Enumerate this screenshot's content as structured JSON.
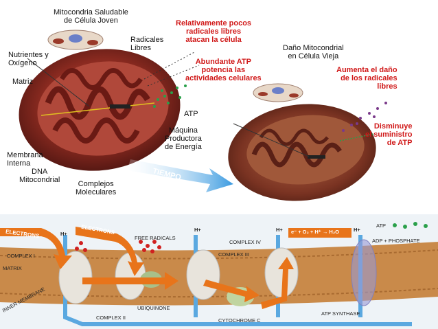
{
  "top": {
    "healthy_title": "Mitocondria Saludable\nde Célula Joven",
    "free_radicals": "Radicales\nLibres",
    "few_radicals": "Relativamente pocos\nradicales libres\natacan la célula",
    "abundant_atp": "Abundante ATP\npotencia las\nactividades celulares",
    "nutrients": "Nutrientes y\nOxígeno",
    "matrix": "Matriz",
    "atp": "ATP",
    "energy_machine": "Máquina\nProductora\nde Energía",
    "inner_membrane": "Membrana\nInterna",
    "dna": "DNA\nMitocondrial",
    "complexes": "Complejos\nMoleculares",
    "time": "TIEMPO",
    "damage_title": "Daño Mitocondrial\nen Célula Vieja",
    "increase_damage": "Aumenta el daño\nde los radicales\nlibres",
    "decrease_atp": "Disminuye\nel suministro\nde ATP"
  },
  "bottom": {
    "electrons_1": "ELECTRONS",
    "electrons_2": "ELECTRONS",
    "free_radicals": "FREE RADICALS",
    "complex_1": "COMPLEX I",
    "matrix": "MATRIX",
    "inner_membrane": "INNER MEMBRANE",
    "ubiquinone": "UBIQUINONE",
    "complex_2": "COMPLEX II",
    "complex_3": "COMPLEX III",
    "complex_4": "COMPLEX IV",
    "cytochrome_c": "CYTOCHROME C",
    "reaction": "e⁻ + O₂ + H⁺ → H₂O",
    "atp": "ATP",
    "adp_phosphate": "ADP + PHOSPHATE",
    "atp_synthase": "ATP SYNTHASE",
    "proton": "H+"
  },
  "colors": {
    "mitochondrion": "#8a2a20",
    "membrane": "#c88a4a",
    "arrow_orange": "#e8741a",
    "proton_blue": "#5aa8e0",
    "label_red": "#d01818"
  }
}
